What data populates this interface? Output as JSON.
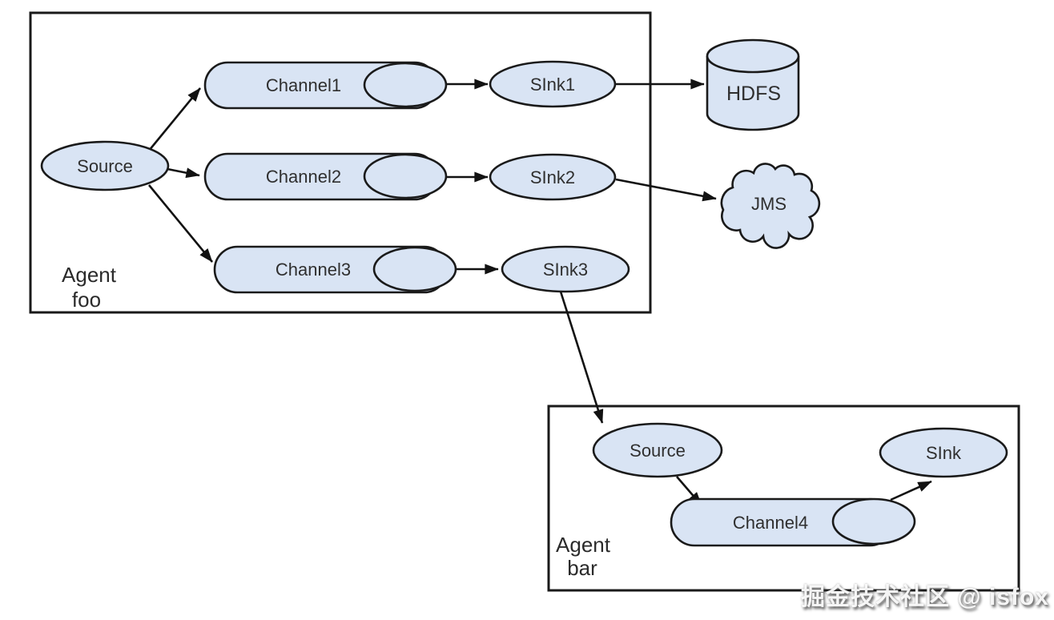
{
  "colors": {
    "background": "#ffffff",
    "shape_fill": "#d9e4f4",
    "shape_stroke": "#1a1a1a",
    "edge_color": "#121212",
    "text_color": "#2f2f2f"
  },
  "agents": {
    "foo": {
      "line1": "Agent",
      "line2": "foo"
    },
    "bar": {
      "line1": "Agent",
      "line2": "bar"
    }
  },
  "nodes": {
    "source_foo": {
      "label": "Source"
    },
    "channel1": {
      "label": "Channel1"
    },
    "channel2": {
      "label": "Channel2"
    },
    "channel3": {
      "label": "Channel3"
    },
    "sink1": {
      "label": "SInk1"
    },
    "sink2": {
      "label": "SInk2"
    },
    "sink3": {
      "label": "SInk3"
    },
    "hdfs": {
      "label": "HDFS"
    },
    "jms": {
      "label": "JMS"
    },
    "source_bar": {
      "label": "Source"
    },
    "channel4": {
      "label": "Channel4"
    },
    "sink_bar": {
      "label": "SInk"
    }
  },
  "edges": [
    {
      "from": "source_foo",
      "to": "channel1"
    },
    {
      "from": "source_foo",
      "to": "channel2"
    },
    {
      "from": "source_foo",
      "to": "channel3"
    },
    {
      "from": "channel1",
      "to": "sink1"
    },
    {
      "from": "channel2",
      "to": "sink2"
    },
    {
      "from": "channel3",
      "to": "sink3"
    },
    {
      "from": "sink1",
      "to": "hdfs"
    },
    {
      "from": "sink2",
      "to": "jms"
    },
    {
      "from": "sink3",
      "to": "source_bar"
    },
    {
      "from": "source_bar",
      "to": "channel4"
    },
    {
      "from": "channel4",
      "to": "sink_bar"
    }
  ],
  "watermark": {
    "text": "掘金技术社区 @ isfox"
  }
}
